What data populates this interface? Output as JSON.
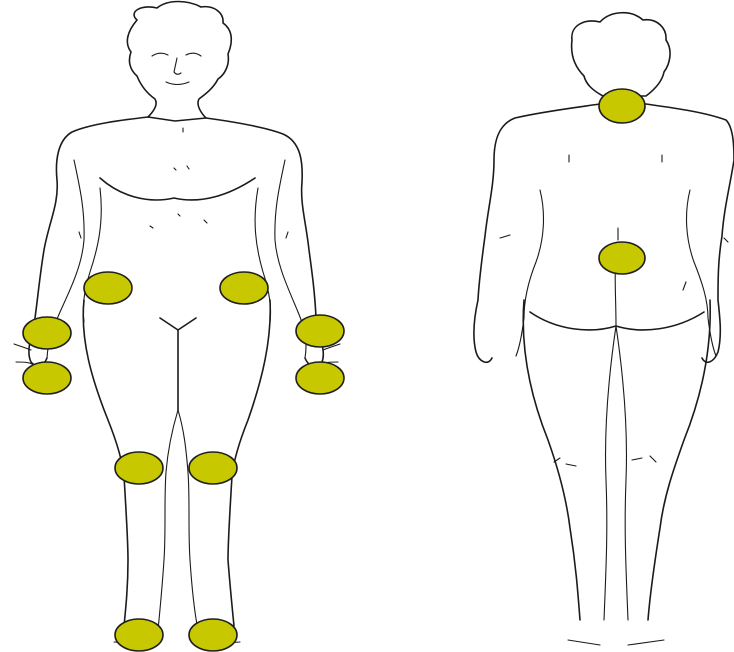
{
  "colors": {
    "background": "#ffffff",
    "outline": "#1b1b1b",
    "marker_fill": "#c8c800",
    "marker_stroke": "#1f1f1f"
  },
  "figures": {
    "front": {
      "markers": [
        {
          "id": "right-shoulder"
        },
        {
          "id": "left-shoulder"
        },
        {
          "id": "right-wrist-upper"
        },
        {
          "id": "right-wrist-lower"
        },
        {
          "id": "left-wrist-upper"
        },
        {
          "id": "left-wrist-lower"
        },
        {
          "id": "right-knee"
        },
        {
          "id": "left-knee"
        },
        {
          "id": "right-ankle"
        },
        {
          "id": "left-ankle"
        }
      ]
    },
    "back": {
      "markers": [
        {
          "id": "neck"
        },
        {
          "id": "lower-back"
        }
      ]
    }
  }
}
